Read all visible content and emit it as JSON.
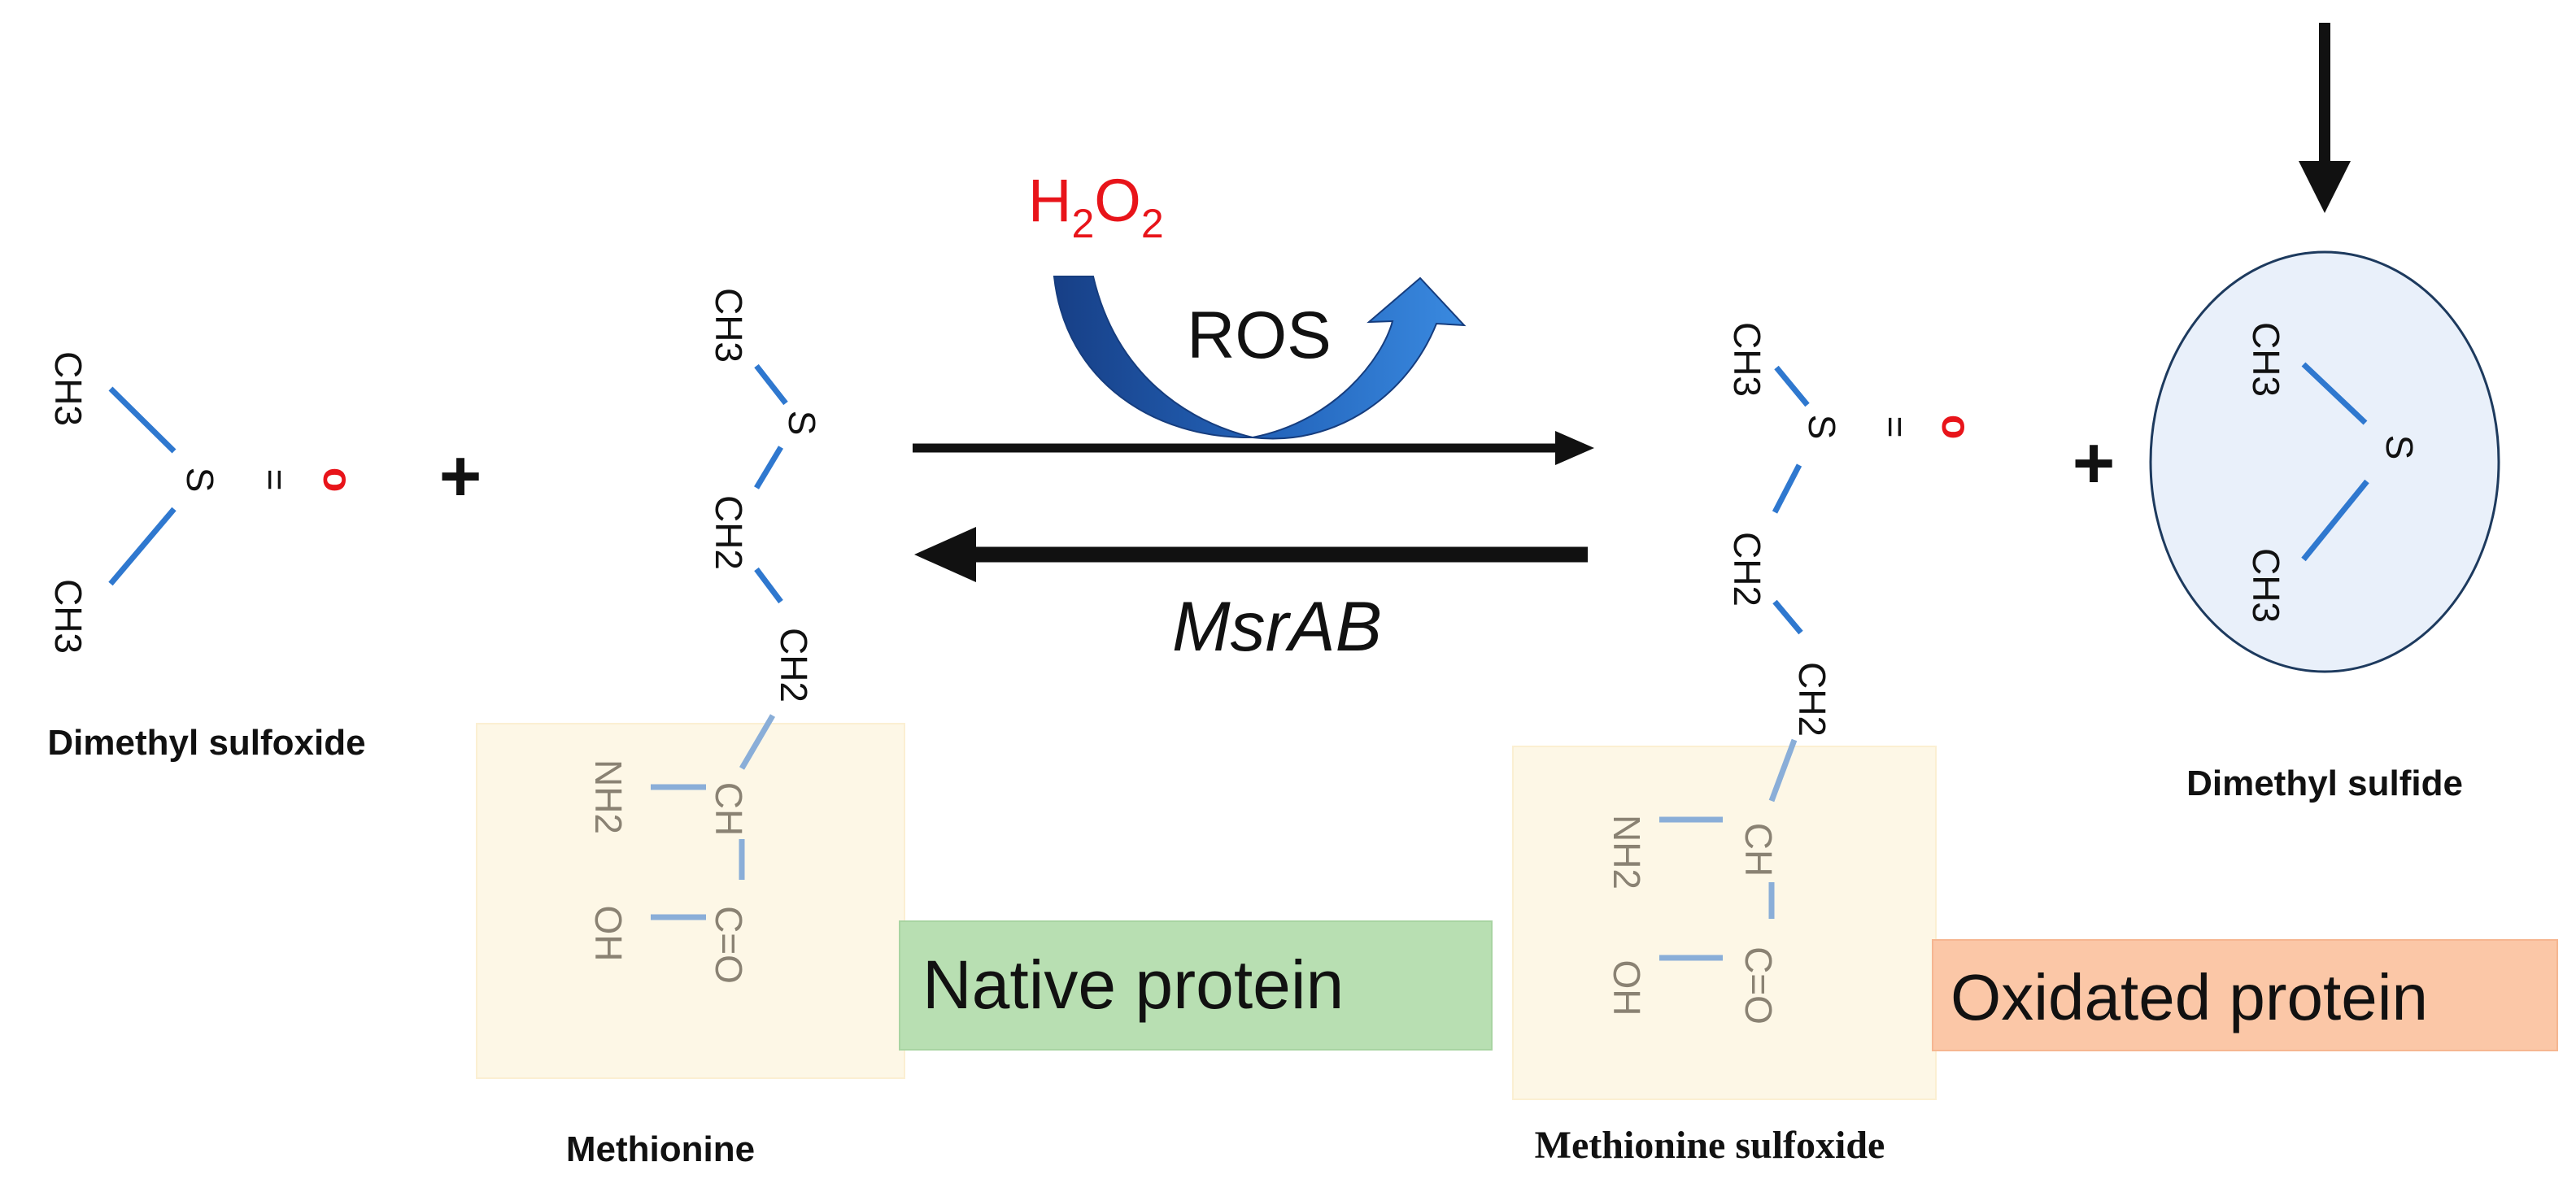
{
  "diagram": {
    "reagent": {
      "main": "H",
      "sub1": "2",
      "mid": "O",
      "sub2": "2",
      "color": "#e8141a"
    },
    "forward_label": "ROS",
    "reverse_label": "MsrAB",
    "plus_sign": "+",
    "equals_sign": "=",
    "oxygen": "o",
    "oxygen_color": "#e8141a",
    "atoms": {
      "sulfur": "S",
      "methyl": "CH3",
      "methylene": "CH2",
      "methine": "CH",
      "amine": "NH2",
      "hydroxyl": "OH",
      "carbonyl": "C=O"
    },
    "captions": {
      "dimethyl_sulfoxide": "Dimethyl sulfoxide",
      "methionine": "Methionine",
      "methionine_sulfoxide": "Methionine sulfoxide",
      "dimethyl_sulfide": "Dimethyl sulfide"
    },
    "labels": {
      "native_protein": "Native protein",
      "oxidated_protein": "Oxidated protein"
    },
    "colors": {
      "bond": "#2f78cf",
      "box_fill": "#fdf7e6",
      "native_fill": "#b8dfb2",
      "oxidated_fill": "#fbc7a7",
      "circle_fill": "#e9f0fa",
      "curved_arrow": "#1f5aa8"
    }
  }
}
